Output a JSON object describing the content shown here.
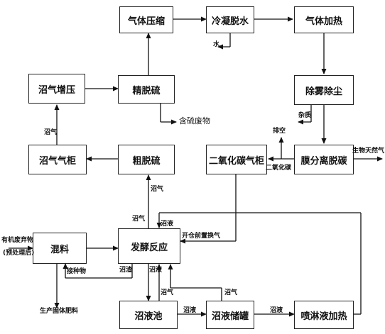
{
  "nodes": {
    "gas_compress": "气体压缩",
    "condense_dewater": "冷凝脱水",
    "gas_heat": "气体加热",
    "biogas_boost": "沼气增压",
    "fine_desulf": "精脱硫",
    "demist_dust": "除雾除尘",
    "biogas_holder": "沼气气柜",
    "coarse_desulf": "粗脱硫",
    "co2_holder": "二氧化碳气柜",
    "membrane_decarb": "膜分离脱碳",
    "mixing": "混料",
    "fermentation": "发酵反应",
    "digestate_pool": "沼液池",
    "digestate_tank": "沼液储罐",
    "spray_heat": "喷淋液加热"
  },
  "labels": {
    "water": "水",
    "sulfur_waste": "含硫废物",
    "impurities": "杂质",
    "vent": "排空",
    "co2": "二氧化碳",
    "product_gas": "生物天然气",
    "biogas": "沼气",
    "digestate": "沼液",
    "residue": "沼渣",
    "inoculum": "接种物",
    "purge": "开仓前置换气",
    "solid_fertilizer": "生产固体肥料",
    "feed_line1": "有机废弃物",
    "feed_line2": "(预处理后)"
  }
}
